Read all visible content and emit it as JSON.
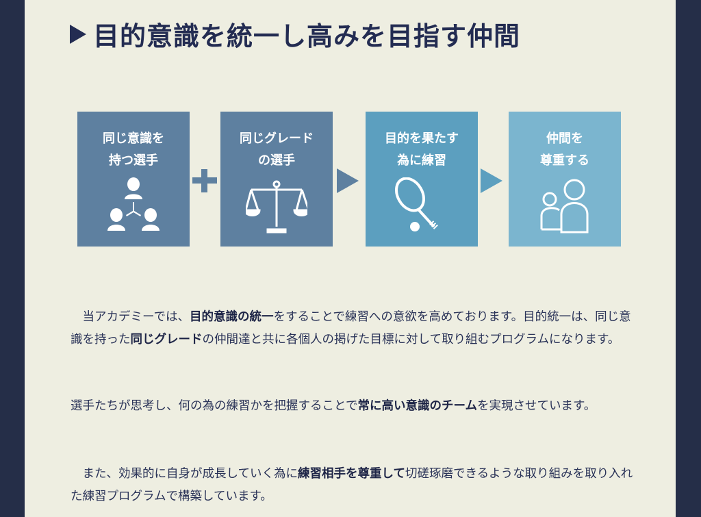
{
  "title": "目的意識を統一し高みを目指す仲間",
  "cards": [
    {
      "label": "同じ意識を\n持つ選手",
      "icon": "team-icon",
      "color": "#5e80a0"
    },
    {
      "label": "同じグレード\nの選手",
      "icon": "scale-icon",
      "color": "#5e80a0"
    },
    {
      "label": "目的を果たす\n為に練習",
      "icon": "tennis-racket-icon",
      "color": "#5c9fbf"
    },
    {
      "label": "仲間を\n尊重する",
      "icon": "people-icon",
      "color": "#7bb5cf"
    }
  ],
  "operators": [
    "plus",
    "arrow",
    "arrow"
  ],
  "paragraphs": [
    [
      {
        "t": "　当アカデミーでは、"
      },
      {
        "t": "目的意識の統一",
        "b": 1
      },
      {
        "t": "をすることで練習への意欲を高めております。目的統一は、同じ意識を持った"
      },
      {
        "t": "同じグレード",
        "b": 1
      },
      {
        "t": "の仲間達と共に各個人の掲げた目標に対して取り組むプログラムになります。"
      }
    ],
    [
      {
        "t": "選手たちが思考し、何の為の練習かを把握することで"
      },
      {
        "t": "常に高い意識のチーム",
        "b": 1
      },
      {
        "t": "を実現させています。"
      }
    ],
    [
      {
        "t": "　また、効果的に自身が成長していく為に"
      },
      {
        "t": "練習相手を尊重して",
        "b": 1
      },
      {
        "t": "切磋琢磨できるような取り組みを取り入れた練習プログラムで構築しています。"
      }
    ]
  ]
}
